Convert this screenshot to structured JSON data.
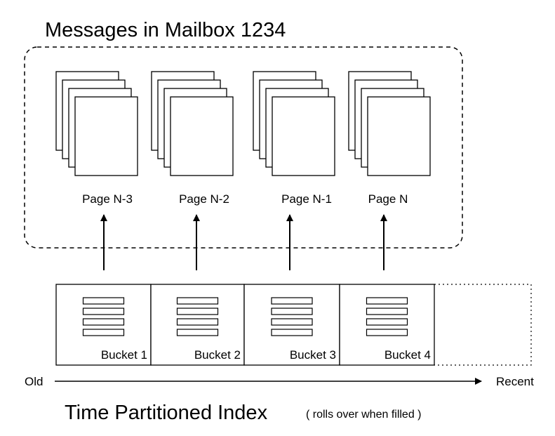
{
  "mailbox": {
    "title": "Messages in Mailbox 1234"
  },
  "pages": [
    {
      "label": "Page N-3"
    },
    {
      "label": "Page N-2"
    },
    {
      "label": "Page N-1"
    },
    {
      "label": "Page N"
    }
  ],
  "buckets": [
    {
      "label": "Bucket 1"
    },
    {
      "label": "Bucket 2"
    },
    {
      "label": "Bucket 3"
    },
    {
      "label": "Bucket 4"
    }
  ],
  "timeline": {
    "start_label": "Old",
    "end_label": "Recent"
  },
  "index": {
    "title": "Time Partitioned Index",
    "note": "( rolls over when filled )"
  }
}
